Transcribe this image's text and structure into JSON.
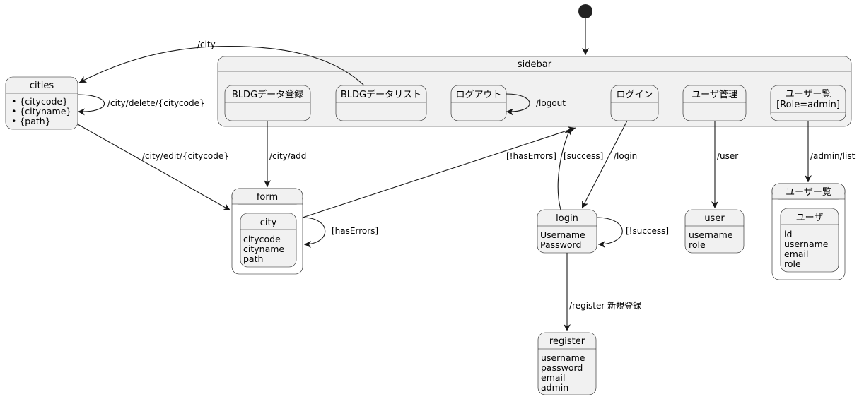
{
  "states": {
    "sidebar": {
      "title": "sidebar"
    },
    "bldg_register": {
      "title": "BLDGデータ登録"
    },
    "bldg_list": {
      "title": "BLDGデータリスト"
    },
    "logout": {
      "title": "ログアウト"
    },
    "login_item": {
      "title": "ログイン"
    },
    "user_admin": {
      "title": "ユーザ管理"
    },
    "user_list_item": {
      "title": "ユーザー覧",
      "title2": "[Role=admin]"
    },
    "cities": {
      "title": "cities",
      "fields": [
        "{citycode}",
        "{cityname}",
        "{path}"
      ]
    },
    "form": {
      "title": "form"
    },
    "city": {
      "title": "city",
      "fields": [
        "citycode",
        "cityname",
        "path"
      ]
    },
    "login": {
      "title": "login",
      "fields": [
        "Username",
        "Password"
      ]
    },
    "user": {
      "title": "user",
      "fields": [
        "username",
        "role"
      ]
    },
    "user_list": {
      "title": "ユーザー覧"
    },
    "user_entity": {
      "title": "ユーザ",
      "fields": [
        "id",
        "username",
        "email",
        "role"
      ]
    },
    "register": {
      "title": "register",
      "fields": [
        "username",
        "password",
        "email",
        "admin"
      ]
    }
  },
  "transitions": {
    "city": "/city",
    "city_delete": "/city/delete/{citycode}",
    "city_edit": "/city/edit/{citycode}",
    "city_add": "/city/add",
    "logout": "/logout",
    "not_has_errors": "[!hasErrors]",
    "has_errors": "[hasErrors]",
    "success": "[success]",
    "login": "/login",
    "not_success": "[!success]",
    "user": "/user",
    "admin_list": "/admin/list",
    "register": "/register 新規登録"
  }
}
